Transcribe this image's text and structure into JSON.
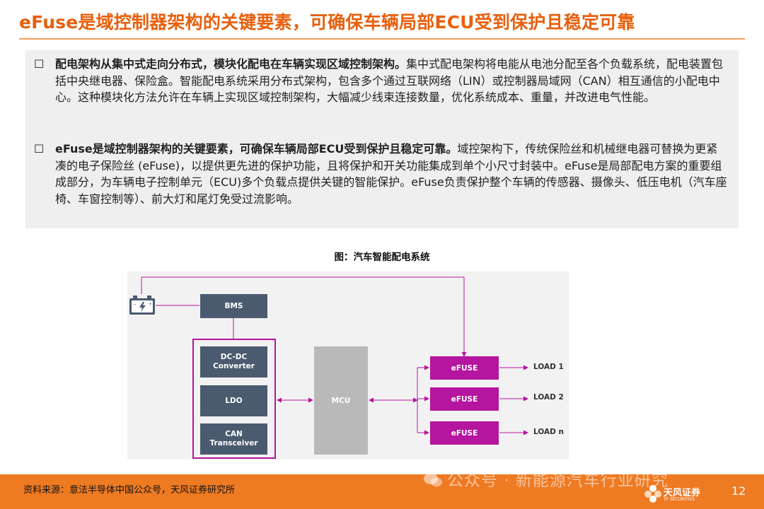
{
  "title": "eFuse是域控制器架构的关键要素，可确保车辆局部ECU受到保护且稳定可靠",
  "bullets": [
    {
      "bold": "配电架构从集中式走向分布式，模块化配电在车辆实现区域控制架构。",
      "text": "集中式配电架构将电能从电池分配至各个负载系统，配电装置包括中央继电器、保险盒。智能配电系统采用分布式架构，包含多个通过互联网络（LIN）或控制器局域网（CAN）相互通信的小配电中心。这种模块化方法允许在车辆上实现区域控制架构，大幅减少线束连接数量，优化系统成本、重量，并改进电气性能。"
    },
    {
      "bold": "eFuse是域控制器架构的关键要素，可确保车辆局部ECU受到保护且稳定可靠。",
      "text": "域控架构下，传统保险丝和机械继电器可替换为更紧凑的电子保险丝 (eFuse)，以提供更先进的保护功能，且将保护和开关功能集成到单个小尺寸封装中。eFuse是局部配电方案的重要组成部分，为车辆电子控制单元（ECU)多个负载点提供关键的智能保护。eFuse负责保护整个车辆的传感器、摄像头、低压电机（汽车座椅、车窗控制等）、前大灯和尾灯免受过流影响。"
    }
  ],
  "figure": {
    "caption": "图：汽车智能配电系统",
    "bms": "BMS",
    "dcdc": "DC-DC Converter",
    "ldo": "LDO",
    "can": "CAN Transceiver",
    "mcu": "MCU",
    "efuse1": "eFUSE",
    "efuse2": "eFUSE",
    "efuse3": "eFUSE",
    "load1": "LOAD 1",
    "load2": "LOAD 2",
    "load3": "LOAD n"
  },
  "footer": {
    "source": "资料来源：意法半导体中国公众号，天风证券研究所",
    "watermark": "公众号 · 新能源汽车行业研究",
    "logo": "天风证券",
    "logo_sub": "TF SECURITIES",
    "page": "12"
  },
  "colors": {
    "title": "#e8600d",
    "efuse": "#b5159f",
    "block": "#4a5b6f",
    "footer": "#ee7a22"
  }
}
